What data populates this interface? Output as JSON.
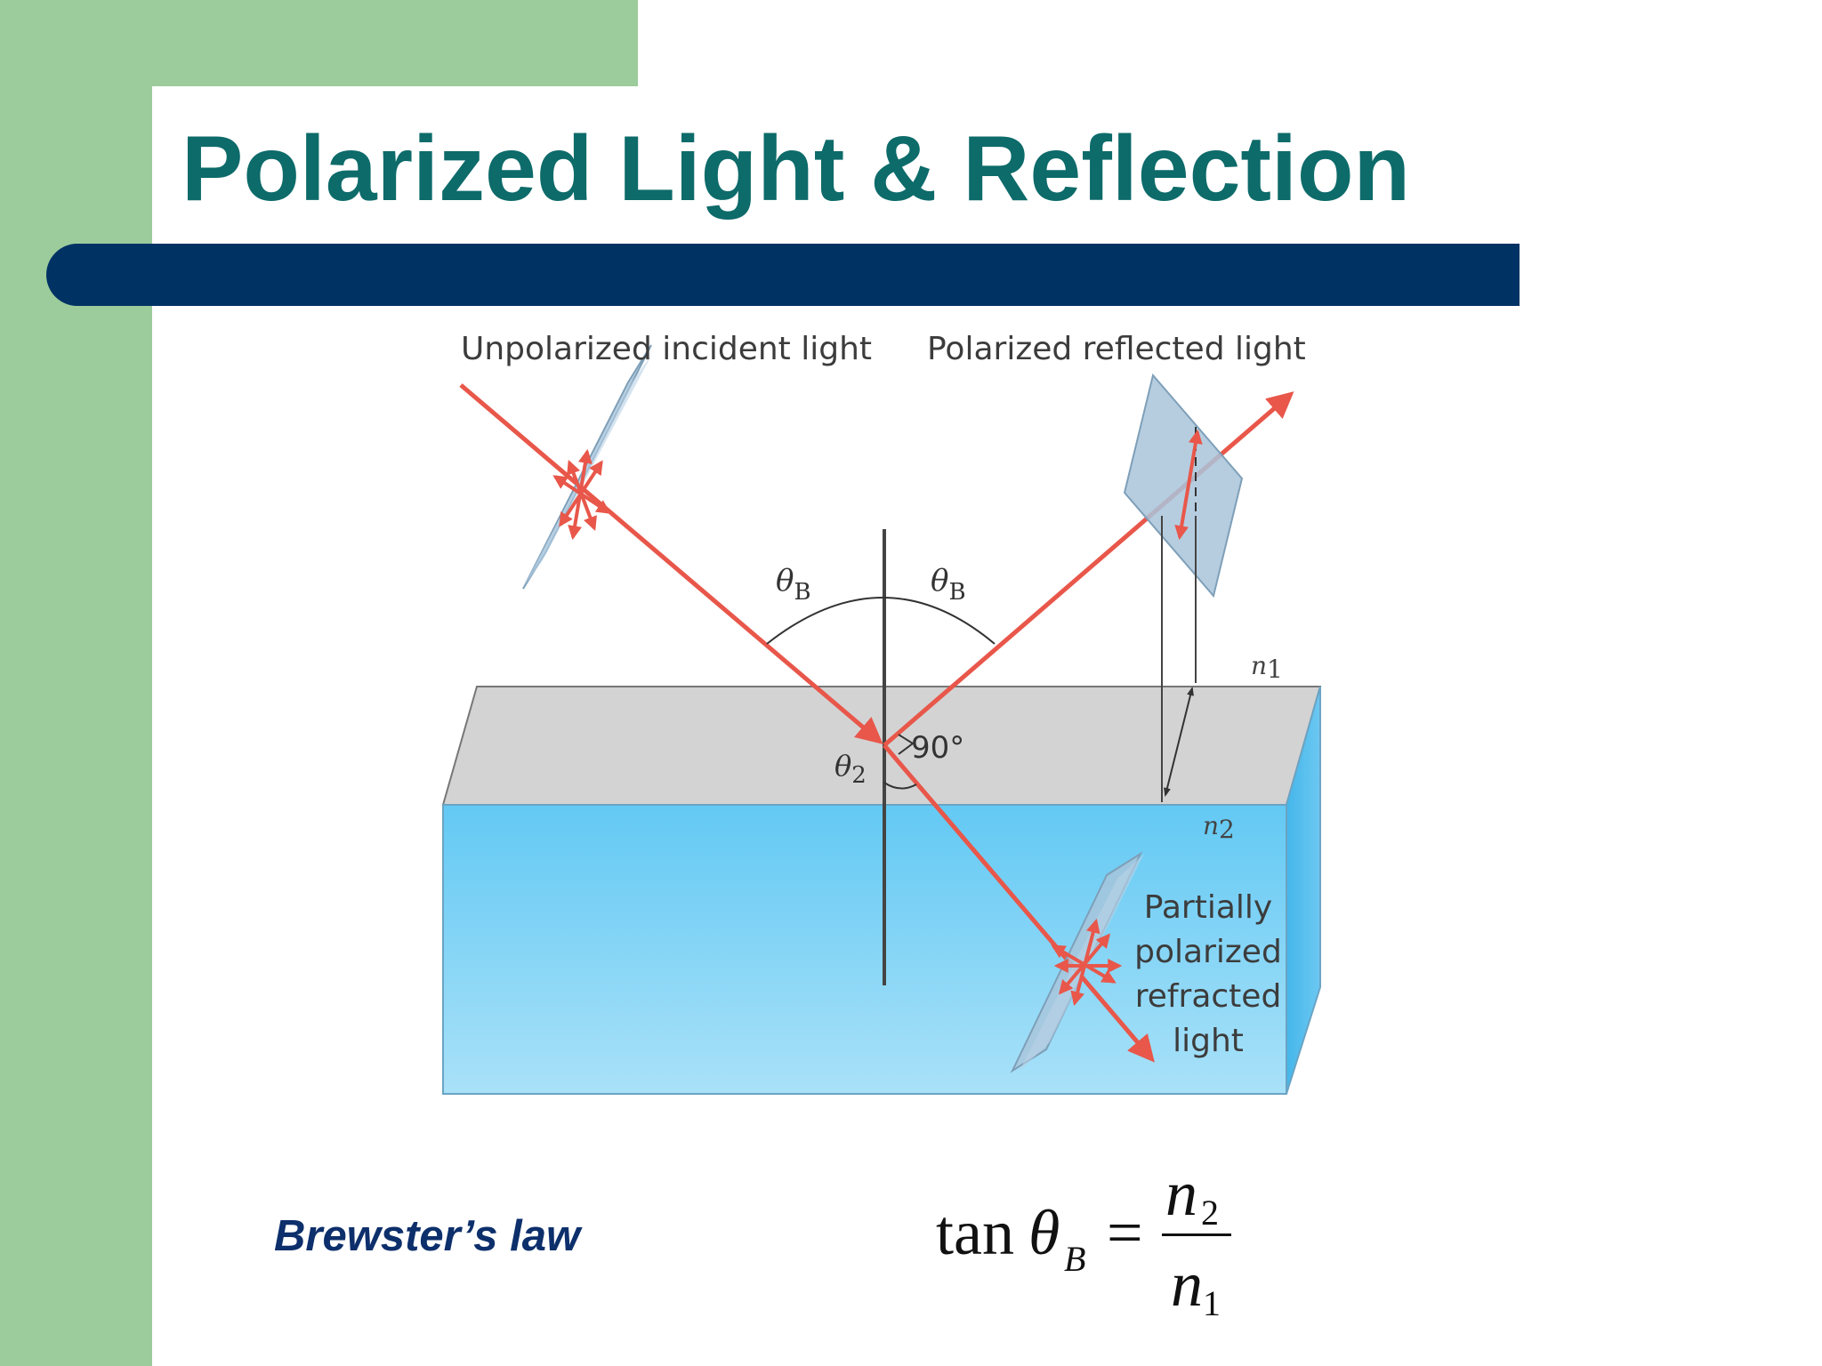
{
  "slide": {
    "title": "Polarized Light & Reflection",
    "caption": "Brewster’s law"
  },
  "diagram": {
    "label_incident": "Unpolarized incident light",
    "label_reflected": "Polarized reflected light",
    "label_theta_b_left": "θ",
    "label_theta_b_left_sub": "B",
    "label_theta_b_right": "θ",
    "label_theta_b_right_sub": "B",
    "label_theta_2": "θ",
    "label_theta_2_sub": "2",
    "label_angle_90": "90°",
    "label_n1": "n",
    "label_n1_sub": "1",
    "label_n2": "n",
    "label_n2_sub": "2",
    "label_refracted_line1": "Partially",
    "label_refracted_line2": "polarized",
    "label_refracted_line3": "refracted",
    "label_refracted_line4": "light"
  },
  "equation": {
    "func": "tan",
    "theta": "θ",
    "theta_sub": "B",
    "equals": "=",
    "numerator": "n",
    "numerator_sub": "2",
    "denominator": "n",
    "denominator_sub": "1"
  },
  "colors": {
    "green_accent": "#9ccc9b",
    "title_text": "#0d6b6a",
    "title_bar": "#003264",
    "caption_text": "#0d2f6b",
    "ray_red": "#e8574a",
    "water_blue": "#7fd2f7",
    "glass_top": "#d4d4d4",
    "plane_blue": "#a9c4da"
  }
}
